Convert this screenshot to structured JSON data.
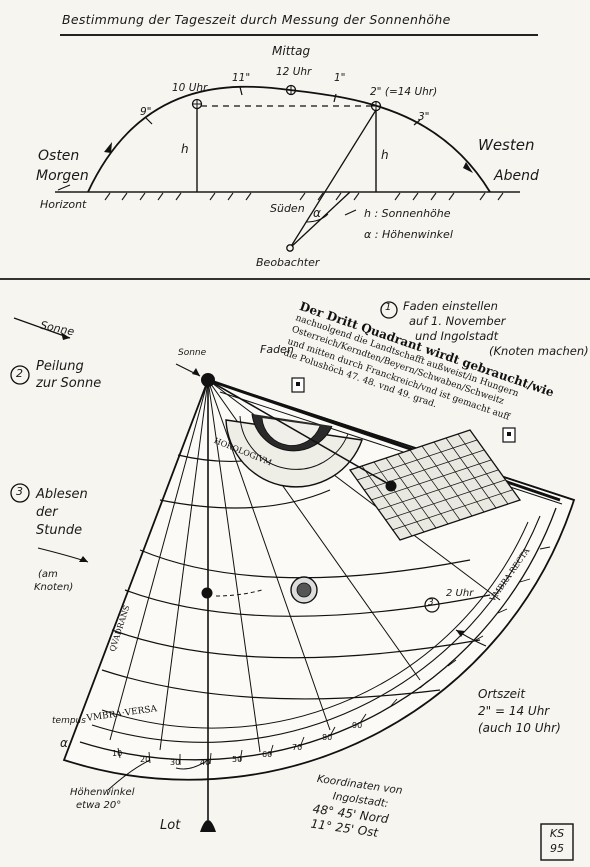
{
  "title": "Bestimmung der Tageszeit durch Messung der Sonnenhöhe",
  "upper": {
    "mittag": "Mittag",
    "hours": {
      "h9": "9\"",
      "h10": "10 Uhr",
      "h11": "11\"",
      "h12": "12 Uhr",
      "h1": "1\"",
      "h2": "2\" (=14 Uhr)",
      "h3": "3\""
    },
    "osten": "Osten",
    "morgen": "Morgen",
    "westen": "Westen",
    "abend": "Abend",
    "horizont": "Horizont",
    "sueden": "Süden",
    "h_left": "h",
    "h_right": "h",
    "alpha": "α",
    "beobachter": "Beobachter",
    "legend_h": "h : Sonnenhöhe",
    "legend_alpha": "α : Höhenwinkel"
  },
  "lower": {
    "sonne_arrow": "Sonne",
    "step1_num": "1",
    "step1_text": [
      "Faden einstellen",
      "auf 1. November",
      "und Ingolstadt",
      "(Knoten machen)"
    ],
    "step2_num": "2",
    "step2_text": [
      "Peilung",
      "zur Sonne"
    ],
    "step3_num": "3",
    "step3_text": [
      "Ablesen",
      "der",
      "Stunde"
    ],
    "step3_note": [
      "(am",
      "Knoten)"
    ],
    "sonne_small": "Sonne",
    "faden": "Faden",
    "quadrant_text": [
      "Der Dritt Quadrant wirdt gebraucht/wie",
      "nachuolgend die Landtschafft außweist/in Hungern",
      "Osterreich/Kerndten/Beyern/Schwaben/Schweitz",
      "und mitten durch Franckreich/vnd ist gemacht auff",
      "die Polushöch 47. 48. vnd 49. grad."
    ],
    "horologium": "HOROLOGIVM",
    "umbra_versa": "VMBRA·VERSA",
    "umbra_recta": "VMBRA·RECTA",
    "quadrans_label": "QVADRANS",
    "uhr2": "2 Uhr",
    "step3_circle": "3",
    "ortszeit": [
      "Ortszeit",
      "2\" = 14 Uhr",
      "(auch 10 Uhr)"
    ],
    "tempus": "tempus",
    "alpha": "α",
    "hoehenwinkel": [
      "Höhenwinkel",
      "etwa 20°"
    ],
    "lot": "Lot",
    "koordinaten": [
      "Koordinaten von",
      "Ingolstadt:",
      "48° 45'  Nord",
      "11° 25'  Ost"
    ],
    "stamp": [
      "KS",
      "95"
    ],
    "scale_numbers": [
      "10",
      "20",
      "30",
      "40",
      "50",
      "60",
      "70",
      "80",
      "90"
    ]
  }
}
